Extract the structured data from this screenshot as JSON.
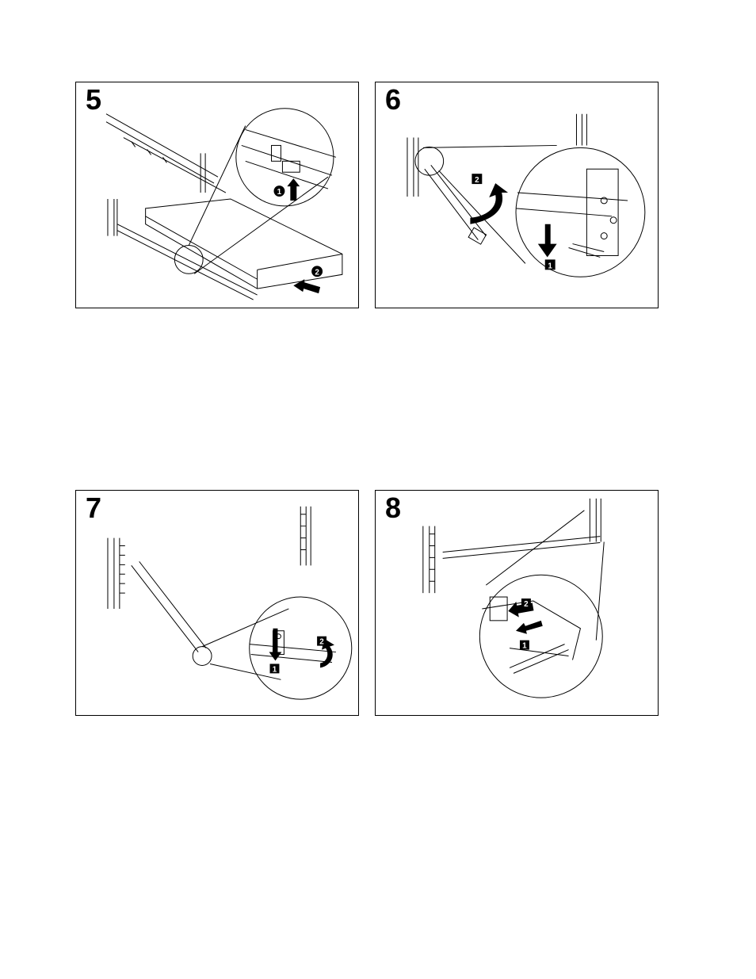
{
  "panels": [
    {
      "step": "5",
      "callouts": [
        "1",
        "2"
      ]
    },
    {
      "step": "6",
      "callouts": [
        "2",
        "1"
      ]
    },
    {
      "step": "7",
      "callouts": [
        "2",
        "1"
      ]
    },
    {
      "step": "8",
      "callouts": [
        "2",
        "1"
      ]
    }
  ]
}
